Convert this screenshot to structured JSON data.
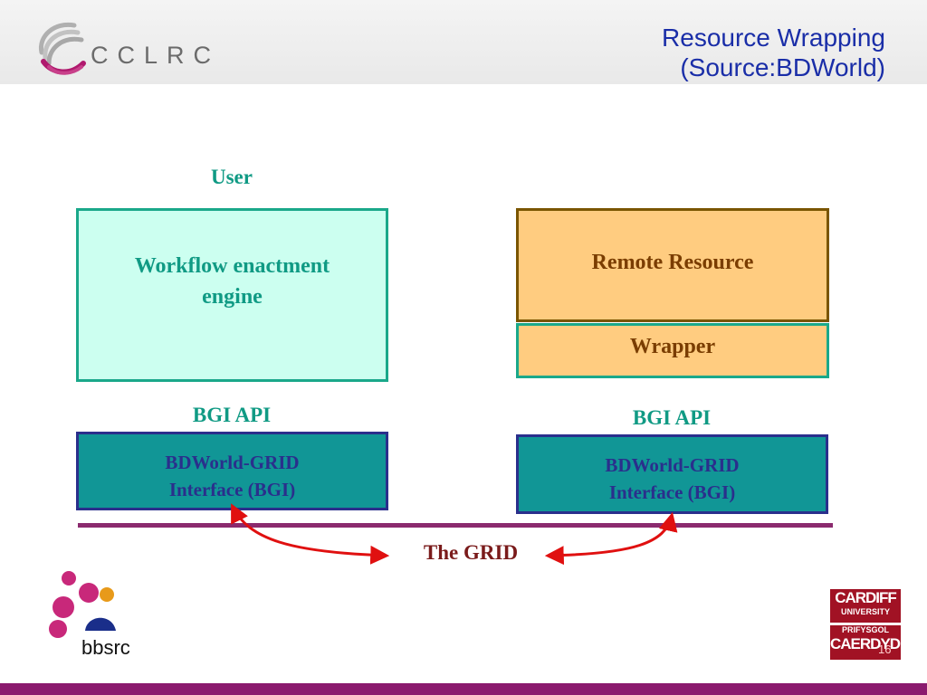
{
  "header": {
    "logo_text": "CCLRC",
    "title_line1": "Resource Wrapping",
    "title_line2": "(Source:BDWorld)"
  },
  "diagram": {
    "user_label": "User",
    "workflow_line1": "Workflow enactment",
    "workflow_line2": "engine",
    "remote_resource": "Remote Resource",
    "wrapper": "Wrapper",
    "bgi_api_left": "BGI API",
    "bgi_api_right": "BGI API",
    "bgi_left_line1": "BDWorld-GRID",
    "bgi_left_line2": "Interface (BGI)",
    "bgi_right_line1": "BDWorld-GRID",
    "bgi_right_line2": "Interface (BGI)",
    "grid_label": "The GRID"
  },
  "footer": {
    "bbsrc_logo_text": "bbsrc",
    "cardiff_line1": "CARDIFF",
    "cardiff_line2": "UNIVERSITY",
    "cardiff_line3": "PRIFYSGOL",
    "cardiff_line4": "CAERDYDD",
    "page_number": "16"
  },
  "colors": {
    "title_blue": "#1a2ea8",
    "teal_text": "#109a84",
    "grid_line": "#8b2a6e",
    "arrow_red": "#e01010",
    "footer_band": "#8b1a6e"
  },
  "icons": [
    "cclrc-swirl-icon",
    "bbsrc-logo-icon",
    "cardiff-crest-icon"
  ]
}
